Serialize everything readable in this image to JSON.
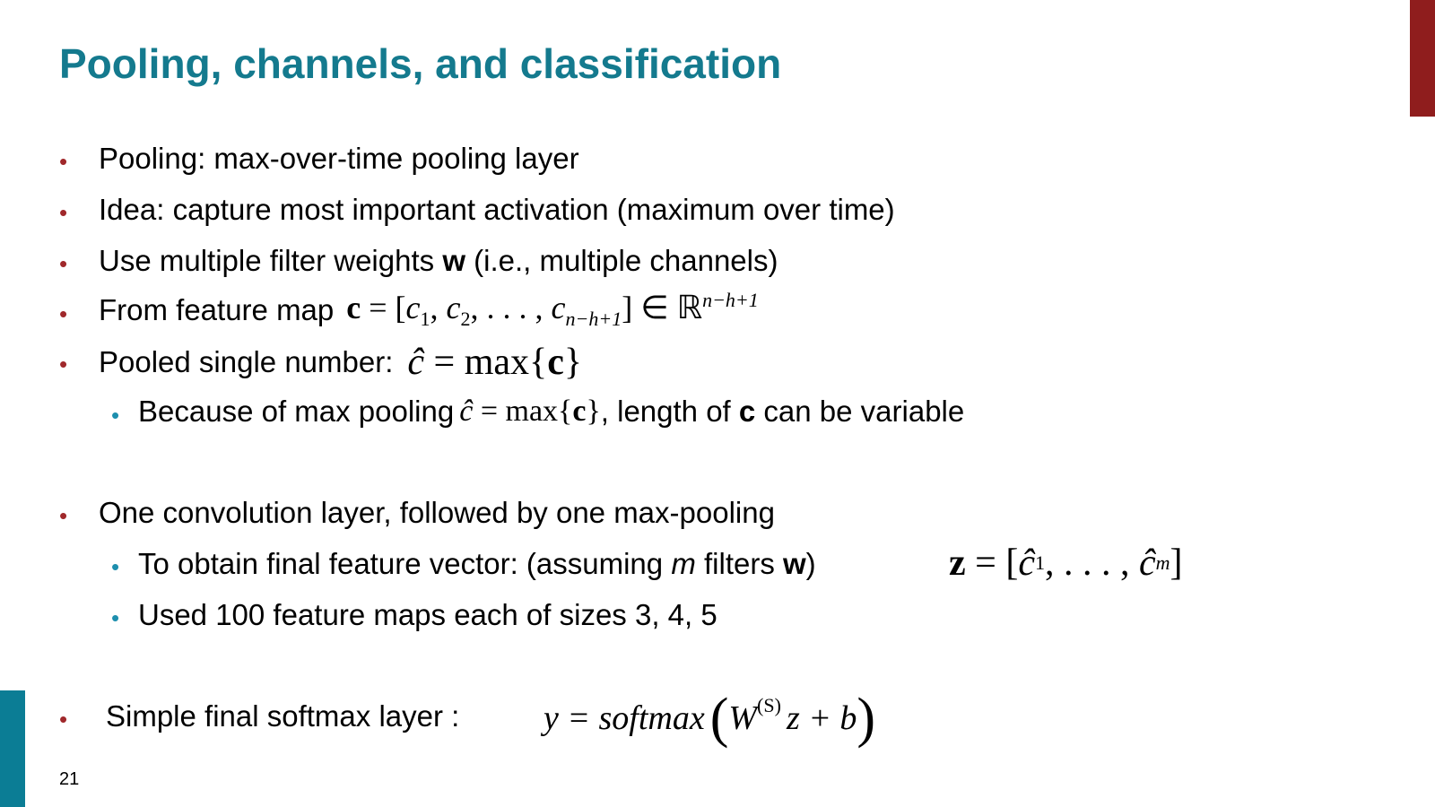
{
  "slide": {
    "title": "Pooling, channels, and classification",
    "page_number": "21",
    "colors": {
      "title": "#147a8e",
      "accent_top_right": "#8f1d1d",
      "accent_bottom_left": "#0b7d95",
      "bullet_l1": "#a0282b",
      "bullet_l2": "#1d8fae"
    }
  },
  "bullets": {
    "b1": "Pooling: max-over-time pooling layer",
    "b2": "Idea: capture most important activation (maximum over time)",
    "b3_pre": "Use multiple filter weights ",
    "b3_bold": "w",
    "b3_post": " (i.e., multiple channels)",
    "b4": "From feature map",
    "b5": "Pooled single number:",
    "b5a_pre": "Because of max pooling",
    "b5a_mid": ", length of ",
    "b5a_bold": "c",
    "b5a_post": " can be variable",
    "b6": "One convolution layer, followed by one max-pooling",
    "b6a_pre": "To obtain final feature vector: (assuming ",
    "b6a_em": "m",
    "b6a_mid": " filters ",
    "b6a_bold": "w",
    "b6a_post": ")",
    "b6b": "Used 100 feature maps each of sizes 3, 4, 5",
    "b7": "Simple final softmax layer :"
  },
  "glyphs": {
    "bullet": "•"
  },
  "math": {
    "feature_map": {
      "lhs": "c",
      "eq": " = [",
      "c": "c",
      "s1": "1",
      "sep1": ", ",
      "s2": "2",
      "sep2": ", . . . , ",
      "sn": "n−h+1",
      "rb": "] ∈ ",
      "R": "ℝ",
      "exp": "n−h+1"
    },
    "pooled": {
      "chat": "ĉ",
      "eq": " = max{",
      "c": "c",
      "close": "}"
    },
    "pooled_small": {
      "chat": "ĉ",
      "eq": " = max{",
      "c": "c",
      "close": "}"
    },
    "z_vector": {
      "z": "z",
      "eq": " = [",
      "chat": "ĉ",
      "s1": "1",
      "mid": ", . . . , ",
      "sm": "m",
      "close": "]"
    },
    "softmax": {
      "lhs": "y = softmax",
      "lparen": "(",
      "W": "W",
      "sup": "(S)",
      "rest": "z + b",
      "rparen": ")"
    }
  }
}
